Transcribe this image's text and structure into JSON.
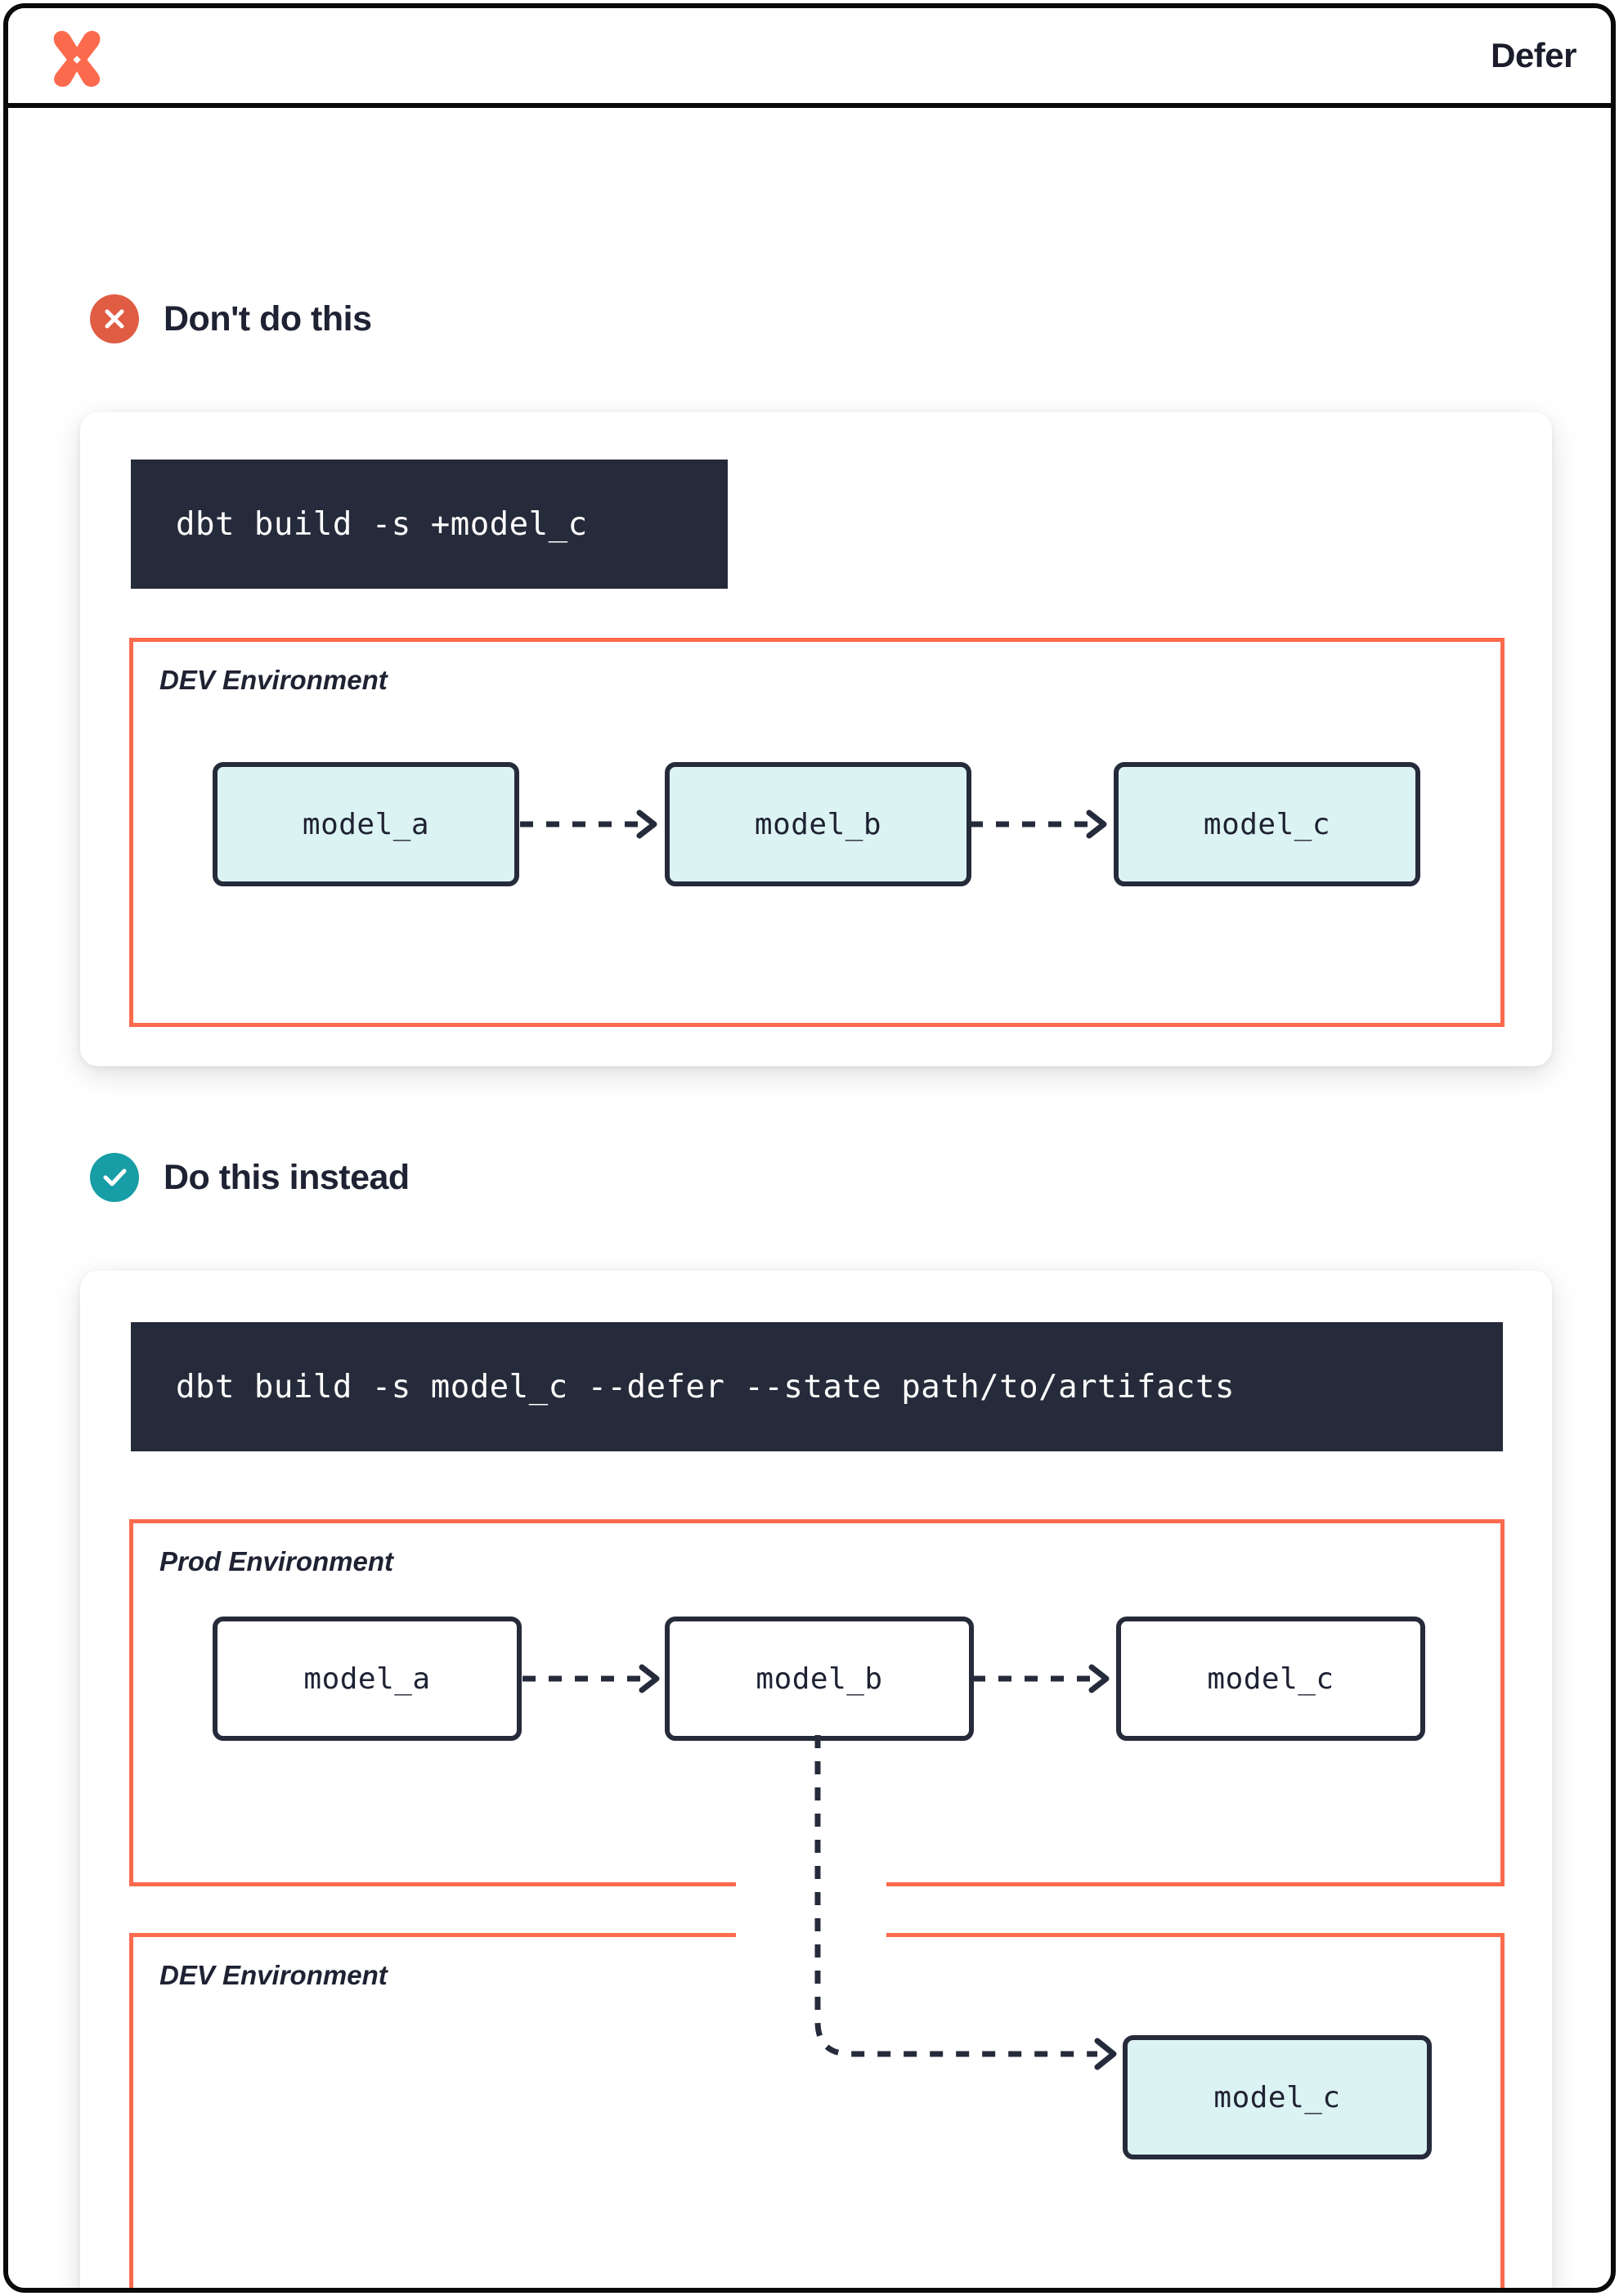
{
  "header": {
    "logo_icon": "dbt-logo-icon",
    "title": "Defer"
  },
  "sections": [
    {
      "id": "dont",
      "badge_icon": "x-circle-icon",
      "badge_color": "#e05d44",
      "title": "Don't do this",
      "code": "dbt build -s +model_c",
      "environments": [
        {
          "label": "DEV Environment",
          "nodes": [
            "model_a",
            "model_b",
            "model_c"
          ],
          "node_style": "teal"
        }
      ]
    },
    {
      "id": "do",
      "badge_icon": "check-circle-icon",
      "badge_color": "#179da5",
      "title": "Do this instead",
      "code": "dbt build -s model_c --defer --state path/to/artifacts",
      "environments": [
        {
          "label": "Prod Environment",
          "nodes": [
            "model_a",
            "model_b",
            "model_c"
          ],
          "node_style": "white"
        },
        {
          "label": "DEV Environment",
          "nodes": [
            "model_c"
          ],
          "node_style": "teal"
        }
      ]
    }
  ],
  "colors": {
    "brand_orange": "#fa6a4d",
    "dark_navy": "#262b3b",
    "teal_fill": "#dcf3f3",
    "teal_accent": "#179da5",
    "red_accent": "#e05d44",
    "code_bg": "#262b3b"
  },
  "chart_data": {
    "type": "diagram",
    "title": "Defer",
    "description": "dbt defer dependency graph comparison",
    "graphs": [
      {
        "name": "dont-do-this",
        "command": "dbt build -s +model_c",
        "environments": [
          "DEV Environment"
        ],
        "nodes": [
          {
            "id": "model_a",
            "env": "DEV Environment",
            "built": true
          },
          {
            "id": "model_b",
            "env": "DEV Environment",
            "built": true
          },
          {
            "id": "model_c",
            "env": "DEV Environment",
            "built": true
          }
        ],
        "edges": [
          {
            "from": "model_a",
            "to": "model_b",
            "style": "dashed"
          },
          {
            "from": "model_b",
            "to": "model_c",
            "style": "dashed"
          }
        ]
      },
      {
        "name": "do-this-instead",
        "command": "dbt build -s model_c --defer --state path/to/artifacts",
        "environments": [
          "Prod Environment",
          "DEV Environment"
        ],
        "nodes": [
          {
            "id": "model_a",
            "env": "Prod Environment",
            "built": false
          },
          {
            "id": "model_b",
            "env": "Prod Environment",
            "built": false
          },
          {
            "id": "model_c",
            "env": "Prod Environment",
            "built": false
          },
          {
            "id": "model_c",
            "env": "DEV Environment",
            "built": true
          }
        ],
        "edges": [
          {
            "from": "model_a",
            "to": "model_b",
            "style": "dashed"
          },
          {
            "from": "model_b",
            "to": "model_c",
            "style": "dashed"
          },
          {
            "from": "model_b (Prod)",
            "to": "model_c (DEV)",
            "style": "dashed-elbow"
          }
        ]
      }
    ]
  }
}
